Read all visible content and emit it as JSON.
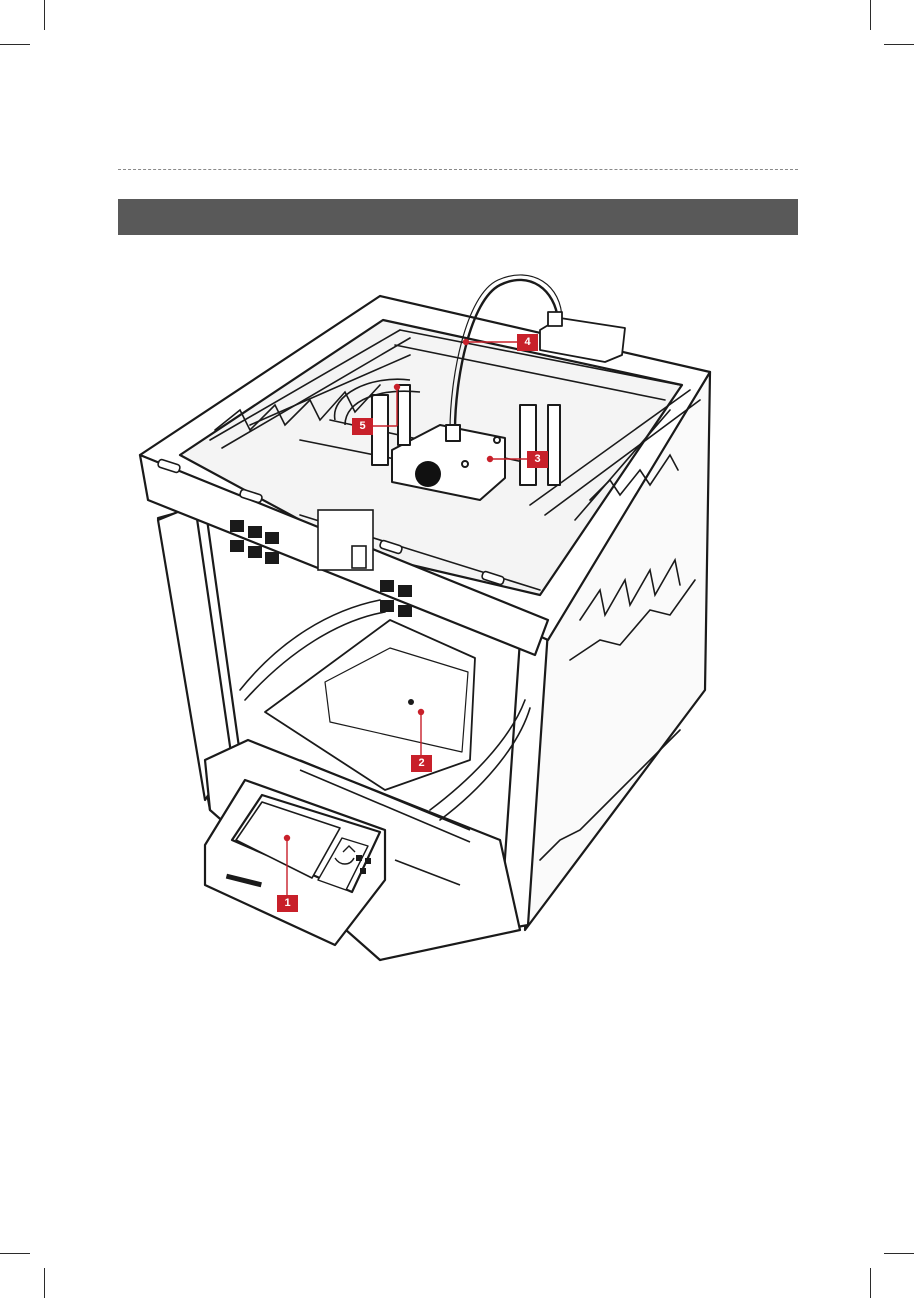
{
  "header": {
    "title": ""
  },
  "colors": {
    "title_bar": "#595959",
    "callout": "#c8202a",
    "line_art": "#1a1a1a",
    "rule": "#8a8a8a"
  },
  "figure": {
    "subject": "3d-printer-line-drawing",
    "callouts": [
      {
        "id": "callout-1",
        "label": "1"
      },
      {
        "id": "callout-2",
        "label": "2"
      },
      {
        "id": "callout-3",
        "label": "3"
      },
      {
        "id": "callout-4",
        "label": "4"
      },
      {
        "id": "callout-5",
        "label": "5"
      }
    ]
  }
}
